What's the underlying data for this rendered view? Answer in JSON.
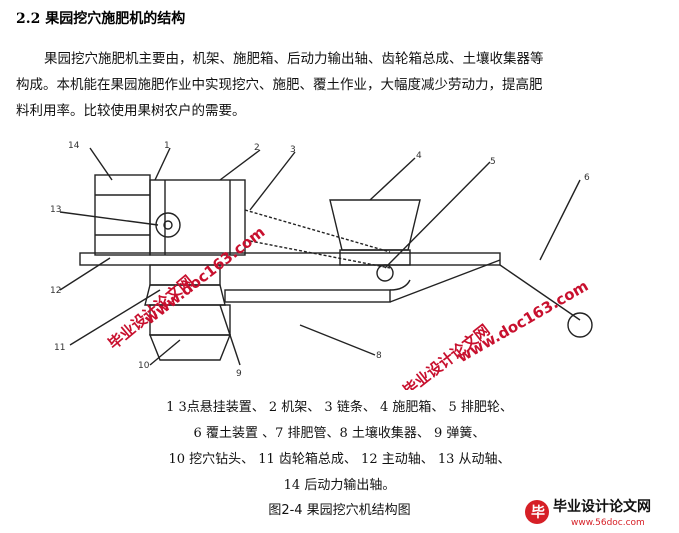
{
  "section_heading": "2.2 果园挖穴施肥机的结构",
  "paragraph": {
    "line1": "果园挖穴施肥机主要由，机架、施肥箱、后动力输出轴、齿轮箱总成、土壤收集器等",
    "line2": "构成。本机能在果园施肥作业中实现挖穴、施肥、覆土作业，大幅度减少劳动力，提高肥",
    "line3": "料利用率。比较使用果树农户的需要。"
  },
  "figure": {
    "callouts": [
      "14",
      "1",
      "2",
      "3",
      "4",
      "5",
      "6",
      "13",
      "12",
      "11",
      "10",
      "9",
      "8"
    ],
    "watermark_text_1": "www.doc163.com",
    "watermark_text_2": "毕业设计论文网",
    "logo_text_cn": "毕业设计论文网",
    "logo_url": "www.56doc.com"
  },
  "legend": {
    "row1": "1 3点悬挂装置、 2 机架、 3 链条、 4 施肥箱、 5 排肥轮、",
    "row2": "6 覆土装置 、7 排肥管、8 土壤收集器、 9 弹簧、",
    "row3": "10 挖穴钻头、 11 齿轮箱总成、 12 主动轴、 13 从动轴、",
    "row4": "14 后动力输出轴。"
  },
  "caption": "图2-4 果园挖穴机结构图"
}
